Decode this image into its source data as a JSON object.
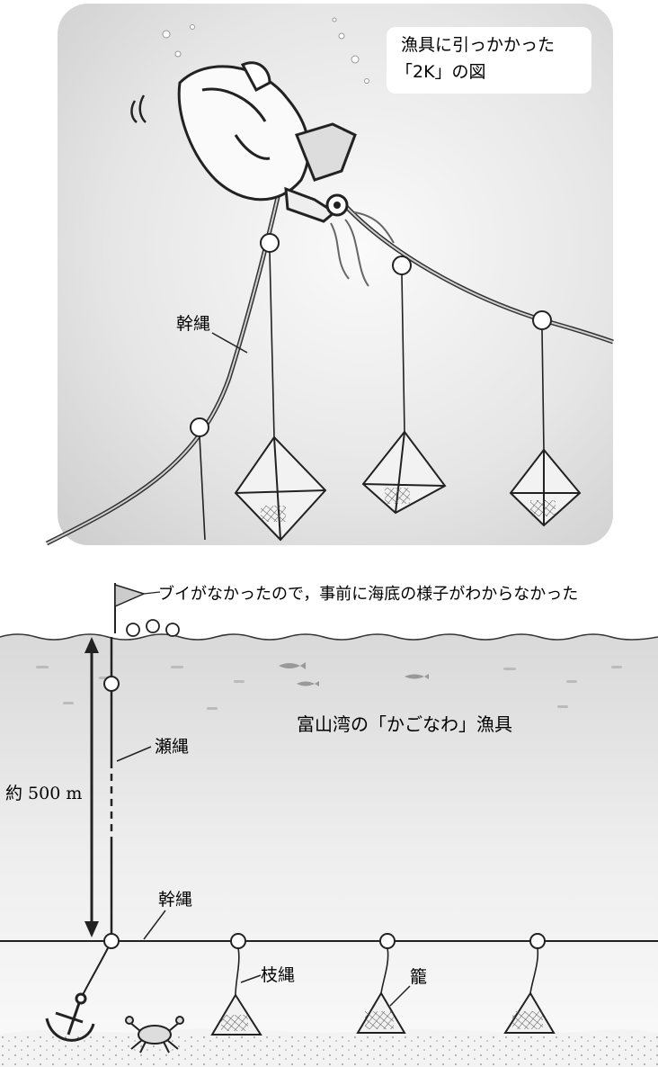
{
  "top_panel": {
    "caption_line1": "漁具に引っかかった",
    "caption_line2": "「2K」の図",
    "mainline_label": "幹縄"
  },
  "bottom_panel": {
    "buoy_note": "ブイがなかったので，事前に海底の様子がわからなかった",
    "gear_title": "富山湾の「かごなわ」漁具",
    "seline_label": "瀬縄",
    "depth_label": "約 500 m",
    "mainline_label": "幹縄",
    "branchline_label": "枝縄",
    "basket_label": "籠"
  }
}
